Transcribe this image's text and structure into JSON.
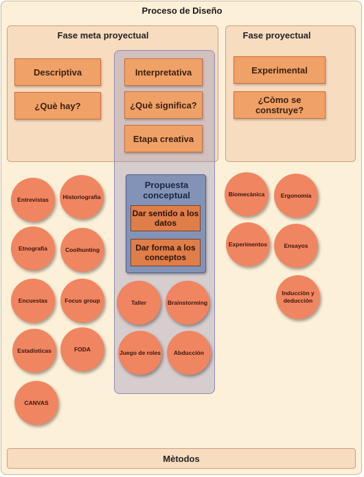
{
  "title": "Proceso de Diseño",
  "meta_phase": {
    "label": "Fase meta proyectual",
    "boxes": [
      "Descriptiva",
      "¿Què hay?"
    ]
  },
  "middle": {
    "boxes": [
      "Interpretativa",
      "¿Què significa?",
      "Etapa creativa"
    ],
    "proposal": {
      "title": "Propuesta conceptual",
      "items": [
        "Dar sentido a los datos",
        "Dar forma a los conceptos"
      ]
    }
  },
  "project_phase": {
    "label": "Fase proyectual",
    "boxes": [
      "Experimental",
      "¿Còmo se construye?"
    ]
  },
  "methods": {
    "left": [
      "Entrevistas",
      "Historiografia",
      "Etnografia",
      "Coolhunting",
      "Encuestas",
      "Focus group",
      "Estadisticas",
      "FODA",
      "CANVAS"
    ],
    "middle": [
      "Taller",
      "Brainstorming",
      "Juego de roles",
      "Abducciòn"
    ],
    "right": [
      "Biomecànica",
      "Ergonomia",
      "Experimentos",
      "Ensayos",
      "Inducciòn y deducciòn"
    ]
  },
  "footer": "Mètodos"
}
